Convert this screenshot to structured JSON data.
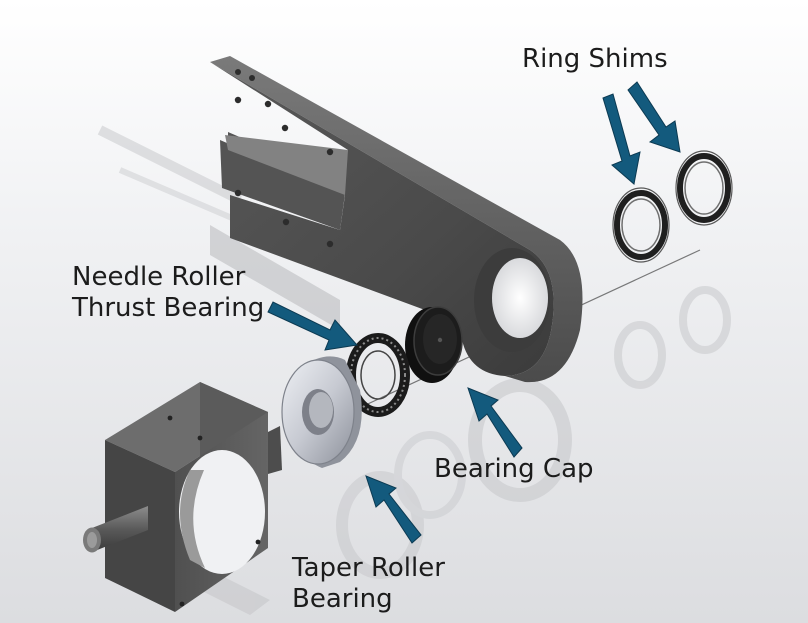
{
  "diagram": {
    "callouts": {
      "ring_shims": {
        "text": "Ring Shims"
      },
      "needle_roller_thrust_bearing": {
        "line1": "Needle Roller",
        "line2": "Thrust Bearing"
      },
      "bearing_cap": {
        "text": "Bearing Cap"
      },
      "taper_roller_bearing": {
        "line1": "Taper Roller",
        "line2": "Bearing"
      }
    },
    "colors": {
      "arrow": "#135a7d",
      "arrow_outline": "#0c3a52",
      "metal_dark": "#4a4a4a",
      "metal_mid": "#6b6b6b",
      "bearing_silver": "#d4d7de",
      "cap_black": "#1c1c1c",
      "background_gray": "#dfe0e3"
    },
    "parts": [
      "arm-plate",
      "ring-shim",
      "bearing-cap",
      "needle-roller-thrust-bearing",
      "taper-roller-bearing",
      "gearbox-housing",
      "shaft"
    ]
  }
}
